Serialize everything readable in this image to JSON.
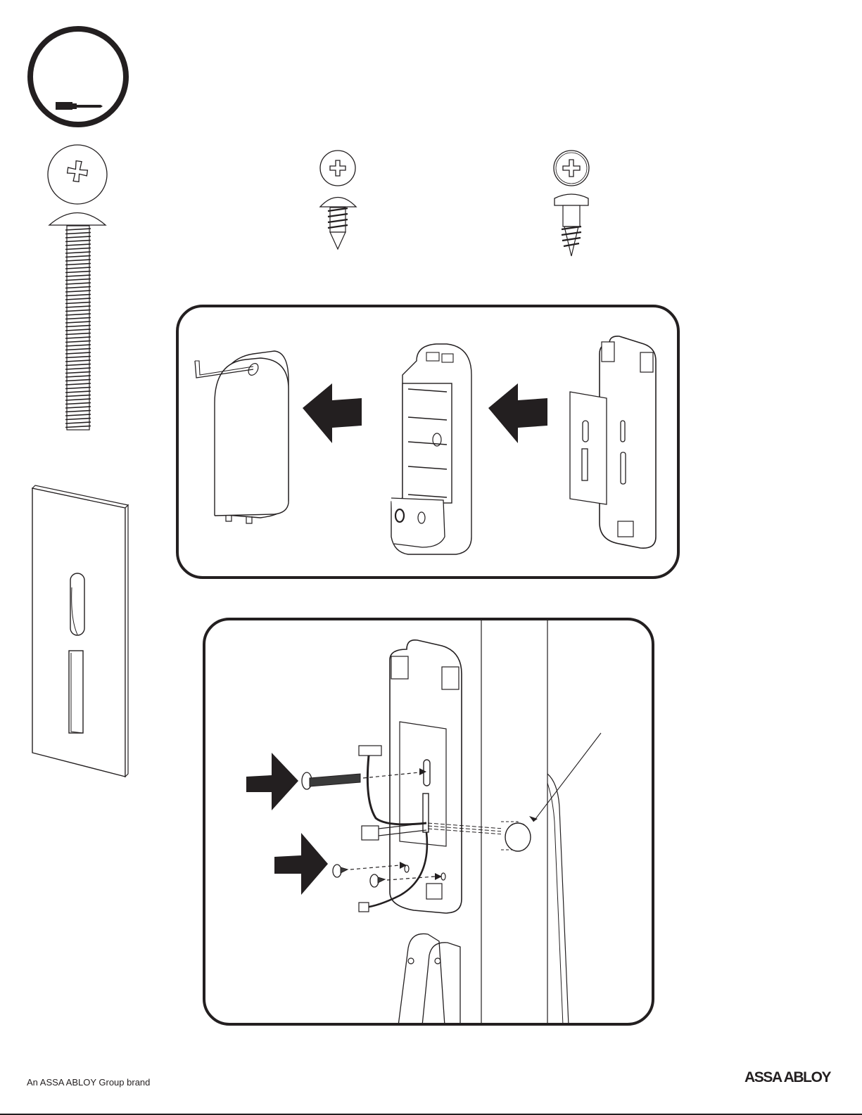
{
  "document": {
    "type": "installation-instructions",
    "step_badge": {
      "icon": "screwdriver-icon",
      "number": ""
    },
    "hardware": [
      {
        "name": "long-mounting-bolt",
        "views": [
          "top-view-phillips",
          "side-view"
        ]
      },
      {
        "name": "short-tapping-screw",
        "views": [
          "top-view-phillips",
          "side-view"
        ]
      },
      {
        "name": "pan-head-wood-screw",
        "views": [
          "top-view-phillips",
          "side-view"
        ]
      },
      {
        "name": "spacer-plate",
        "views": [
          "isometric"
        ]
      }
    ],
    "panels": [
      {
        "name": "disassembly-panel",
        "description": "Remove cover with hex key, separate escutcheon, then mounting plate and spacer",
        "arrows": 2
      },
      {
        "name": "mounting-panel",
        "description": "Route cables through plate, fasten with long bolt and two screws; grommet into door edge",
        "arrows": 2
      }
    ]
  },
  "footer": {
    "tagline": "An ASSA ABLOY Group brand",
    "brand": "ASSA ABLOY"
  },
  "colors": {
    "ink": "#231f20",
    "paper": "#ffffff"
  }
}
